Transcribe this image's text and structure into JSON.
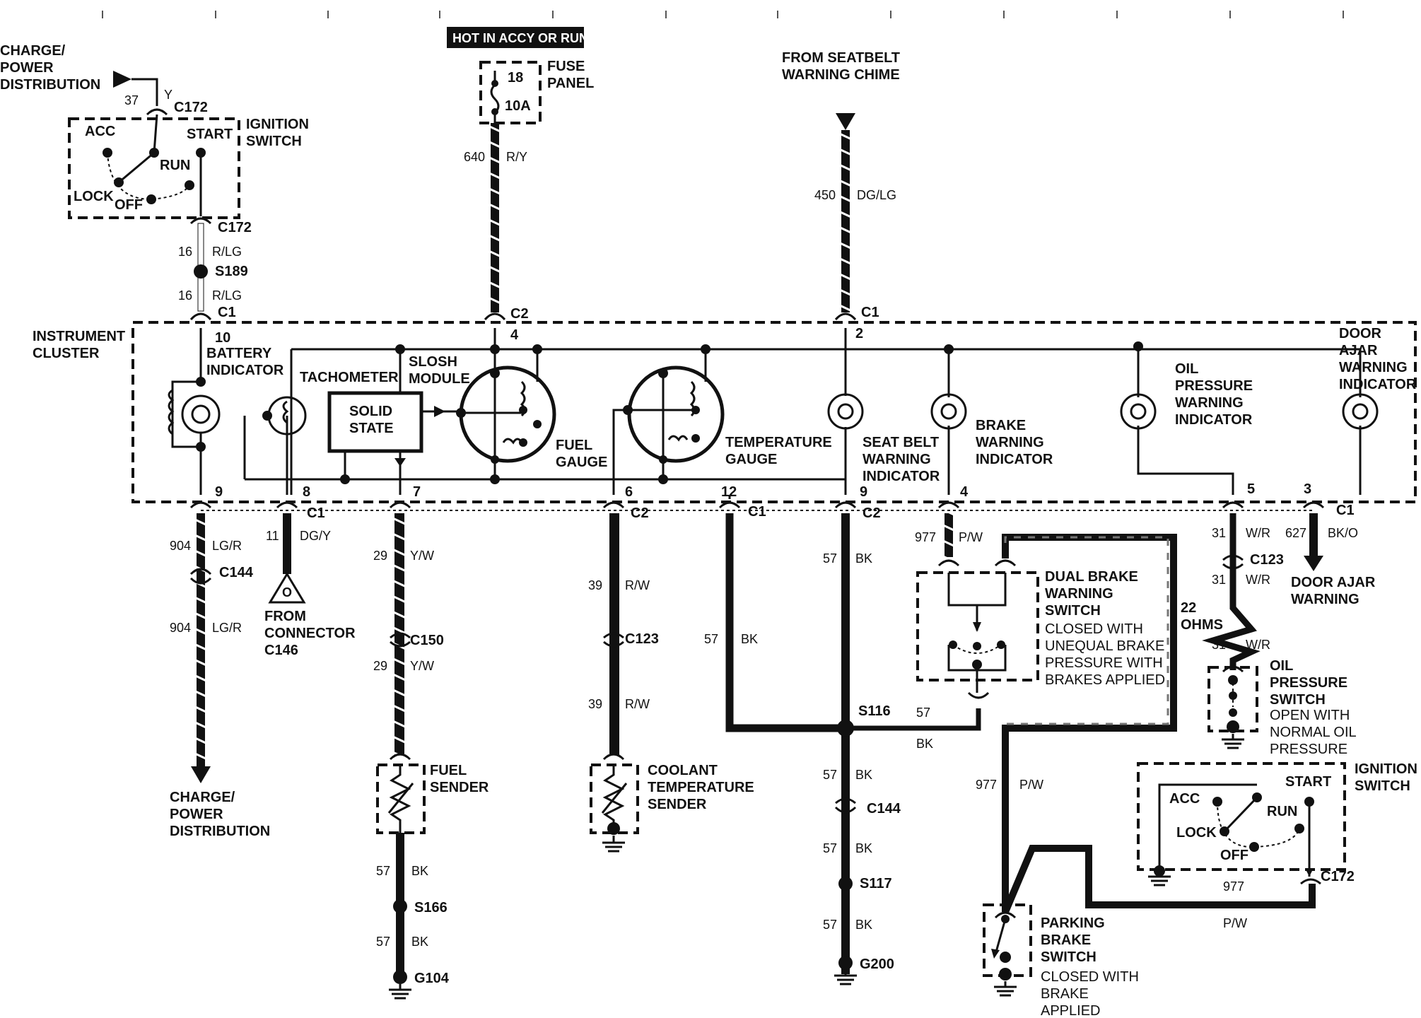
{
  "top_banner": "HOT IN ACCY OR RUN",
  "fuse": {
    "panel": "FUSE\nPANEL",
    "number": "18",
    "rating": "10A"
  },
  "seatbelt_source": "FROM SEATBELT\nWARNING CHIME",
  "charge_top": "CHARGE/\nPOWER\nDISTRIBUTION",
  "charge_bottom": "CHARGE/\nPOWER\nDISTRIBUTION",
  "ign_switch_top": {
    "title": "IGNITION\nSWITCH",
    "acc": "ACC",
    "start": "START",
    "run": "RUN",
    "lock": "LOCK",
    "off": "OFF",
    "wire_num": "37",
    "wire_color": "Y",
    "conn_top": "C172",
    "conn_bottom": "C172"
  },
  "ign_switch_bottom": {
    "title": "IGNITION\nSWITCH",
    "acc": "ACC",
    "start": "START",
    "run": "RUN",
    "lock": "LOCK",
    "off": "OFF",
    "conn": "C172"
  },
  "cluster": {
    "title": "INSTRUMENT\nCLUSTER",
    "battery": "BATTERY\nINDICATOR",
    "tachometer": "TACHOMETER",
    "solid_state": "SOLID\nSTATE",
    "slosh": "SLOSH\nMODULE",
    "fuel_gauge": "FUEL\nGAUGE",
    "temp_gauge": "TEMPERATURE\nGAUGE",
    "seat_belt": "SEAT BELT\nWARNING\nINDICATOR",
    "brake": "BRAKE\nWARNING\nINDICATOR",
    "oil": "OIL\nPRESSURE\nWARNING\nINDICATOR",
    "door": "DOOR\nAJAR\nWARNING\nINDICATOR"
  },
  "pins": {
    "c1_10": "10",
    "c1_10_conn": "C1",
    "c2_4": "4",
    "c2_4_conn": "C2",
    "c1_2": "2",
    "c1_2_conn": "C1",
    "p9a": "9",
    "p8": "8",
    "p8_conn": "C1",
    "p7": "7",
    "p6": "6",
    "p6_conn": "C2",
    "p12": "12",
    "p12_conn": "C1",
    "p9b": "9",
    "p9b_conn": "C2",
    "p4": "4",
    "p5": "5",
    "p3": "3",
    "p3_conn": "C1"
  },
  "wires": {
    "w640": "640",
    "w640c": "R/Y",
    "w450": "450",
    "w450c": "DG/LG",
    "w16a": "16",
    "w16ac": "R/LG",
    "s189": "S189",
    "w16b": "16",
    "w16bc": "R/LG",
    "w904a": "904",
    "w904ac": "LG/R",
    "c144a": "C144",
    "w904b": "904",
    "w904bc": "LG/R",
    "w11": "11",
    "w11c": "DG/Y",
    "w29a": "29",
    "w29ac": "Y/W",
    "c150": "C150",
    "w29b": "29",
    "w29bc": "Y/W",
    "w39a": "39",
    "w39ac": "R/W",
    "c123a": "C123",
    "w39b": "39",
    "w39bc": "R/W",
    "w57a": "57",
    "w57ac": "BK",
    "w57b": "57",
    "w57bc": "BK",
    "w57c": "57",
    "w57cc": "BK",
    "s116": "S116",
    "w57d": "57",
    "w57dc": "BK",
    "w57e": "57",
    "w57ec": "BK",
    "c144b": "C144",
    "w57f": "57",
    "w57fc": "BK",
    "s117": "S117",
    "w57g": "57",
    "w57gc": "BK",
    "g200": "G200",
    "w57h": "57",
    "w57hc": "BK",
    "s166": "S166",
    "w57i": "57",
    "w57ic": "BK",
    "g104": "G104",
    "w977a": "977",
    "w977ac": "P/W",
    "w977b": "977",
    "w977bc": "P/W",
    "w977c": "977",
    "w977cc": "P/W",
    "w31a": "31",
    "w31ac": "W/R",
    "c123b": "C123",
    "w31b": "31",
    "w31bc": "W/R",
    "w31c": "31",
    "w31cc": "W/R",
    "ohms": "22\nOHMS",
    "w627": "627",
    "w627c": "BK/O"
  },
  "from_connector": "FROM\nCONNECTOR\nC146",
  "o_mark": "O",
  "fuel_sender": "FUEL\nSENDER",
  "coolant_sender": "COOLANT\nTEMPERATURE\nSENDER",
  "dual_brake": {
    "title": "DUAL BRAKE\nWARNING\nSWITCH",
    "desc": "CLOSED WITH\nUNEQUAL BRAKE\nPRESSURE WITH\nBRAKES APPLIED"
  },
  "oil_switch": {
    "title": "OIL\nPRESSURE\nSWITCH",
    "desc": "OPEN WITH\nNORMAL OIL\nPRESSURE"
  },
  "parking_brake": {
    "title": "PARKING\nBRAKE\nSWITCH",
    "desc": "CLOSED WITH\nBRAKE\nAPPLIED"
  },
  "door_ajar": "DOOR AJAR\nWARNING"
}
